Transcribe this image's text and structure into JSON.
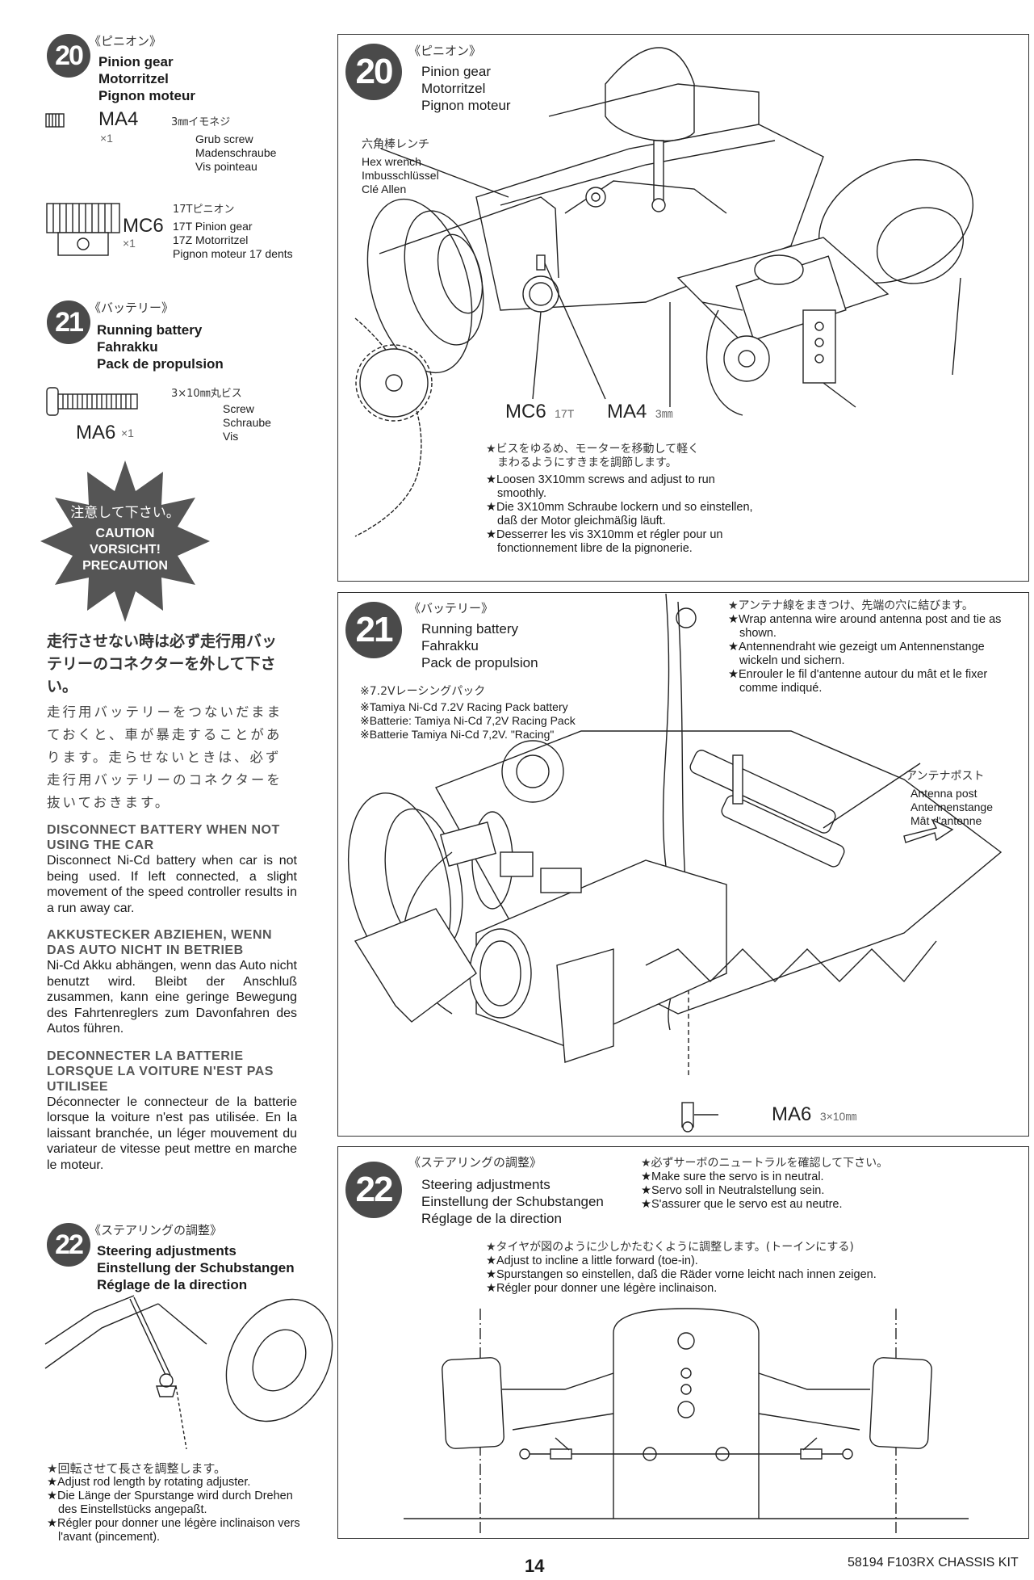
{
  "left": {
    "step20": {
      "number": "20",
      "jp_title": "《ピニオン》",
      "titles": [
        "Pinion gear",
        "Motorritzel",
        "Pignon moteur"
      ],
      "part1": {
        "code": "MA4",
        "qty": "×1",
        "jp": "3㎜イモネジ",
        "lines": [
          "Grub screw",
          "Madenschraube",
          "Vis pointeau"
        ]
      },
      "part2": {
        "code": "MC6",
        "qty": "×1",
        "jp": "17Tピニオン",
        "lines": [
          "17T Pinion gear",
          "17Z Motorritzel",
          "Pignon moteur 17 dents"
        ]
      }
    },
    "step21": {
      "number": "21",
      "jp_title": "《バッテリー》",
      "titles": [
        "Running battery",
        "Fahrakku",
        "Pack de propulsion"
      ],
      "part1": {
        "code": "MA6",
        "qty": "×1",
        "jp": "3×10㎜丸ビス",
        "lines": [
          "Screw",
          "Schraube",
          "Vis"
        ]
      }
    },
    "caution": {
      "jp": "注意して下さい。",
      "lines": [
        "CAUTION",
        "VORSICHT!",
        "PRECAUTION"
      ]
    },
    "warning": {
      "jp_bold": [
        "走行させない時は必ず走行用バッ",
        "テリーのコネクターを外して下さい。"
      ],
      "jp_body": [
        "走行用バッテリーをつないだまま",
        "ておくと、車が暴走することがあ",
        "ります。走らせないときは、必ず",
        "走行用バッテリーのコネクターを",
        "抜いておきます。"
      ],
      "en_head": "DISCONNECT BATTERY WHEN NOT USING THE CAR",
      "en_body": "Disconnect Ni-Cd battery when car is not being used. If left connected, a slight movement of the speed controller results in a run away car.",
      "de_head": "AKKUSTECKER ABZIEHEN, WENN DAS AUTO NICHT IN BETRIEB",
      "de_body": "Ni-Cd Akku abhängen, wenn das Auto nicht benutzt wird. Bleibt der Anschluß zusammen, kann eine geringe Bewegung des Fahrtenreglers zum Davonfahren des Autos führen.",
      "fr_head": "DECONNECTER LA BATTERIE LORSQUE LA VOITURE N'EST PAS UTILISEE",
      "fr_body": "Déconnecter le connecteur de la batterie lorsque la voiture n'est pas utilisée. En la laissant branchée, un léger mouvement du variateur de vitesse peut mettre en marche le moteur."
    },
    "step22": {
      "number": "22",
      "jp_title": "《ステアリングの調整》",
      "titles": [
        "Steering adjustments",
        "Einstellung der Schubstangen",
        "Réglage de la direction"
      ],
      "notes": [
        "★回転させて長さを調整します。",
        "★Adjust rod length by rotating adjuster.",
        "★Die Länge der Spurstange wird durch Drehen des Einstellstücks angepaßt.",
        "★Régler pour donner une légère inclinaison vers l'avant (pincement)."
      ]
    }
  },
  "panel20": {
    "number": "20",
    "jp_title": "《ピニオン》",
    "titles": [
      "Pinion gear",
      "Motorritzel",
      "Pignon moteur"
    ],
    "tool_jp": "六角棒レンチ",
    "tool": [
      "Hex wrench",
      "Imbusschlüssel",
      "Clé Allen"
    ],
    "label_mc6": "MC6",
    "label_17t": "17T",
    "label_ma4": "MA4",
    "label_3mm": "3㎜",
    "notes": [
      "★ビスをゆるめ、モーターを移動して軽く",
      "まわるようにすきまを調節します。",
      "★Loosen 3X10mm screws and adjust to run smoothly.",
      "★Die 3X10mm Schraube lockern und so einstellen, daß der Motor gleichmäßig läuft.",
      "★Desserrer les vis 3X10mm et régler pour un fonctionnement libre de la pignonerie."
    ]
  },
  "panel21": {
    "number": "21",
    "jp_title": "《バッテリー》",
    "titles": [
      "Running battery",
      "Fahrakku",
      "Pack de propulsion"
    ],
    "battery_jp": "※7.2Vレーシングパック",
    "battery": [
      "※Tamiya Ni-Cd 7.2V Racing Pack battery",
      "※Batterie: Tamiya Ni-Cd 7,2V Racing Pack",
      "※Batterie Tamiya Ni-Cd 7,2V. \"Racing\""
    ],
    "antenna_notes": [
      "★アンテナ線をまきつけ、先端の穴に結びます。",
      "★Wrap antenna wire around antenna post and tie as shown.",
      "★Antennendraht wie gezeigt um Antennenstange wickeln und sichern.",
      "★Enrouler le fil d'antenne autour du mât et le fixer comme indiqué."
    ],
    "post_jp": "アンテナポスト",
    "post": [
      "Antenna post",
      "Antennenstange",
      "Mât d'antenne"
    ],
    "label_ma6": "MA6",
    "label_size": "3×10㎜"
  },
  "panel22": {
    "number": "22",
    "jp_title": "《ステアリングの調整》",
    "titles": [
      "Steering adjustments",
      "Einstellung der Schubstangen",
      "Réglage de la direction"
    ],
    "servo_notes": [
      "★必ずサーボのニュートラルを確認して下さい。",
      "★Make sure the servo is in neutral.",
      "★Servo soll in Neutralstellung sein.",
      "★S'assurer que le servo est au neutre."
    ],
    "toe_notes": [
      "★タイヤが図のように少しかたむくように調整します。(トーインにする)",
      "★Adjust to incline a little forward (toe-in).",
      "★Spurstangen so einstellen, daß die Räder vorne leicht nach innen zeigen.",
      "★Régler pour donner une légère inclinaison."
    ]
  },
  "footer": {
    "page": "14",
    "doc": "58194 F103RX CHASSIS KIT"
  }
}
